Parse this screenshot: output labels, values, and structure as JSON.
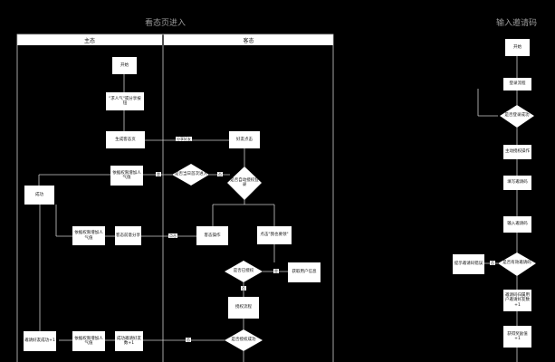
{
  "titles": {
    "left": "看态页进入",
    "right": "输入邀请码"
  },
  "lanes": {
    "main": "主态",
    "guest": "客态"
  },
  "nodes": {
    "start1": "开始",
    "share": "\"求人气\"或分享按钮",
    "gen_guest": "生成客态页",
    "open_link": "好友点击",
    "judge_auto": "是否自动授权登录",
    "self_inc": "依据权限增加人气值",
    "sure_open": "是否当日首次进入",
    "success": "成功",
    "guest_op": "客态操作",
    "guest_inc": "依据权限增加人气值",
    "get_share": "客态前意分享",
    "click_gift": "点击\"我也要领\"",
    "is_reg": "是否已授权",
    "get_user": "获取用户信息",
    "reg_flow": "授权流程",
    "is_reg_ok": "是否授权成功",
    "inv_count": "邀请好友成功+1",
    "cnt_inc": "依据权限增加人气值",
    "inv_add": "成功邀请好友数+1",
    "start2": "开始",
    "login_flow": "登录流程",
    "login_ok": "是否登录成功",
    "main_op": "主动授权操作",
    "enter_code": "填写邀请码",
    "input_code": "输入邀请码",
    "code_valid": "是否有效邀请码",
    "tip_invalid": "提示邀请码错误",
    "code_owner": "邀请码归属用户邀请好友数+1",
    "get_reward": "获得奖励值+1"
  },
  "edges": {
    "share_to_friend": "分享好友",
    "no1": "否",
    "yes1": "是",
    "click": "点击",
    "no2": "否",
    "yes2": "是",
    "no3": "否",
    "no4": "否"
  }
}
